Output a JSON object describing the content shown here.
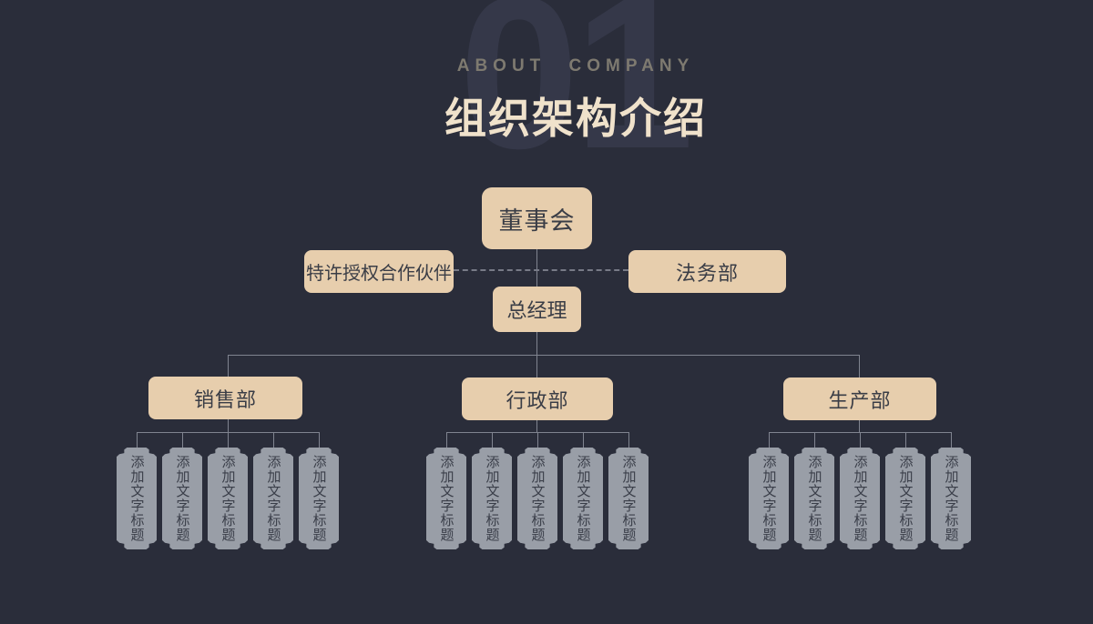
{
  "slide": {
    "watermark": "01",
    "eyebrow": "ABOUT COMPANY",
    "title": "组织架构介绍"
  },
  "colors": {
    "background": "#2a2d3a",
    "accent_box": "#e7cead",
    "box_text": "#3a3d46",
    "scroll_fill": "#999ea7",
    "scroll_text": "#3a3e49",
    "connector_line": "#808490",
    "title_text": "#f0e2cb",
    "eyebrow_text": "#7e7a70",
    "watermark_text": "#353849"
  },
  "org_chart": {
    "root": "董事会",
    "left_branch": "特许授权合作伙伴",
    "right_branch": "法务部",
    "manager": "总经理",
    "departments": [
      {
        "name": "销售部",
        "children": [
          "添加文字标题",
          "添加文字标题",
          "添加文字标题",
          "添加文字标题",
          "添加文字标题"
        ]
      },
      {
        "name": "行政部",
        "children": [
          "添加文字标题",
          "添加文字标题",
          "添加文字标题",
          "添加文字标题",
          "添加文字标题"
        ]
      },
      {
        "name": "生产部",
        "children": [
          "添加文字标题",
          "添加文字标题",
          "添加文字标题",
          "添加文字标题",
          "添加文字标题"
        ]
      }
    ]
  }
}
